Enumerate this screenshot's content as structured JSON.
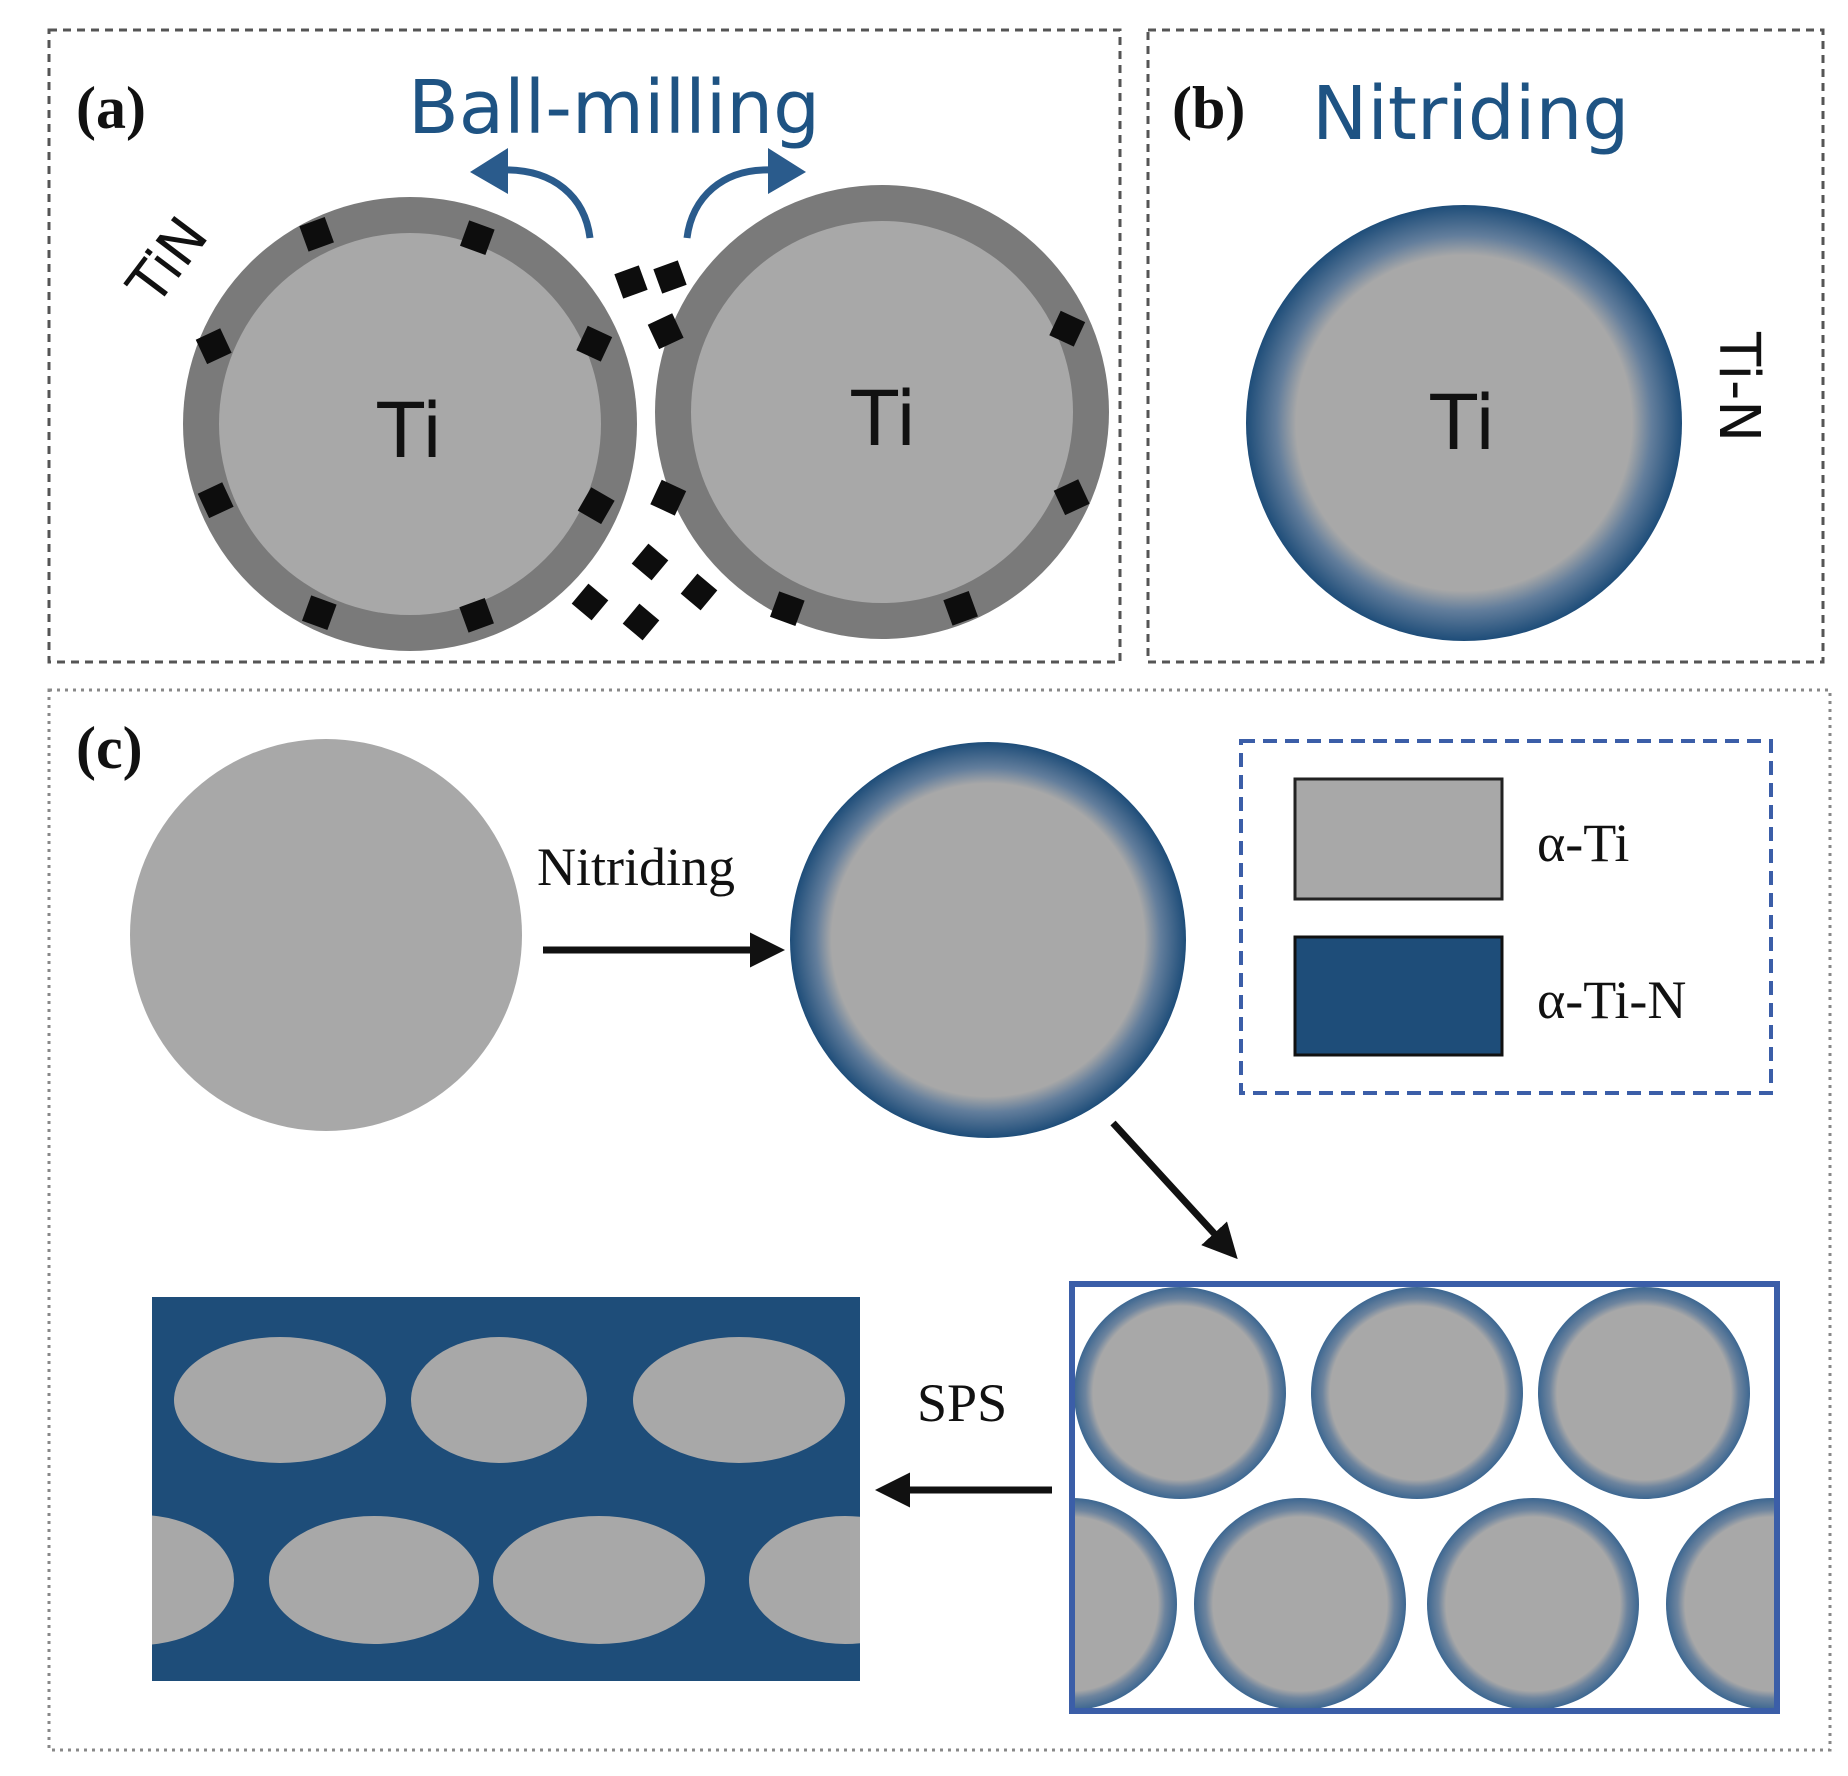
{
  "panels": {
    "a": {
      "label": "(a)",
      "title": "Ball-milling",
      "particle_left_label": "Ti",
      "particle_right_label": "Ti",
      "coating_label": "TiN"
    },
    "b": {
      "label": "(b)",
      "title": "Nitriding",
      "particle_label": "Ti",
      "layer_label": "Ti-N"
    },
    "c": {
      "label": "(c)",
      "step1_label": "Nitriding",
      "step3_label": "SPS",
      "legend": [
        {
          "label": "α-Ti",
          "color": "#a8a8a8"
        },
        {
          "label": "α-Ti-N",
          "color": "#1e4d79"
        }
      ]
    }
  },
  "colors": {
    "ti_core": "#a8a8a8",
    "tin_shell": "#7a7a7a",
    "tin_particle": "#0d0d0d",
    "ti_n_layer": "#1e4d79",
    "arrow_blue": "#2a5b8c",
    "frame_blue": "#3b5ea8"
  }
}
